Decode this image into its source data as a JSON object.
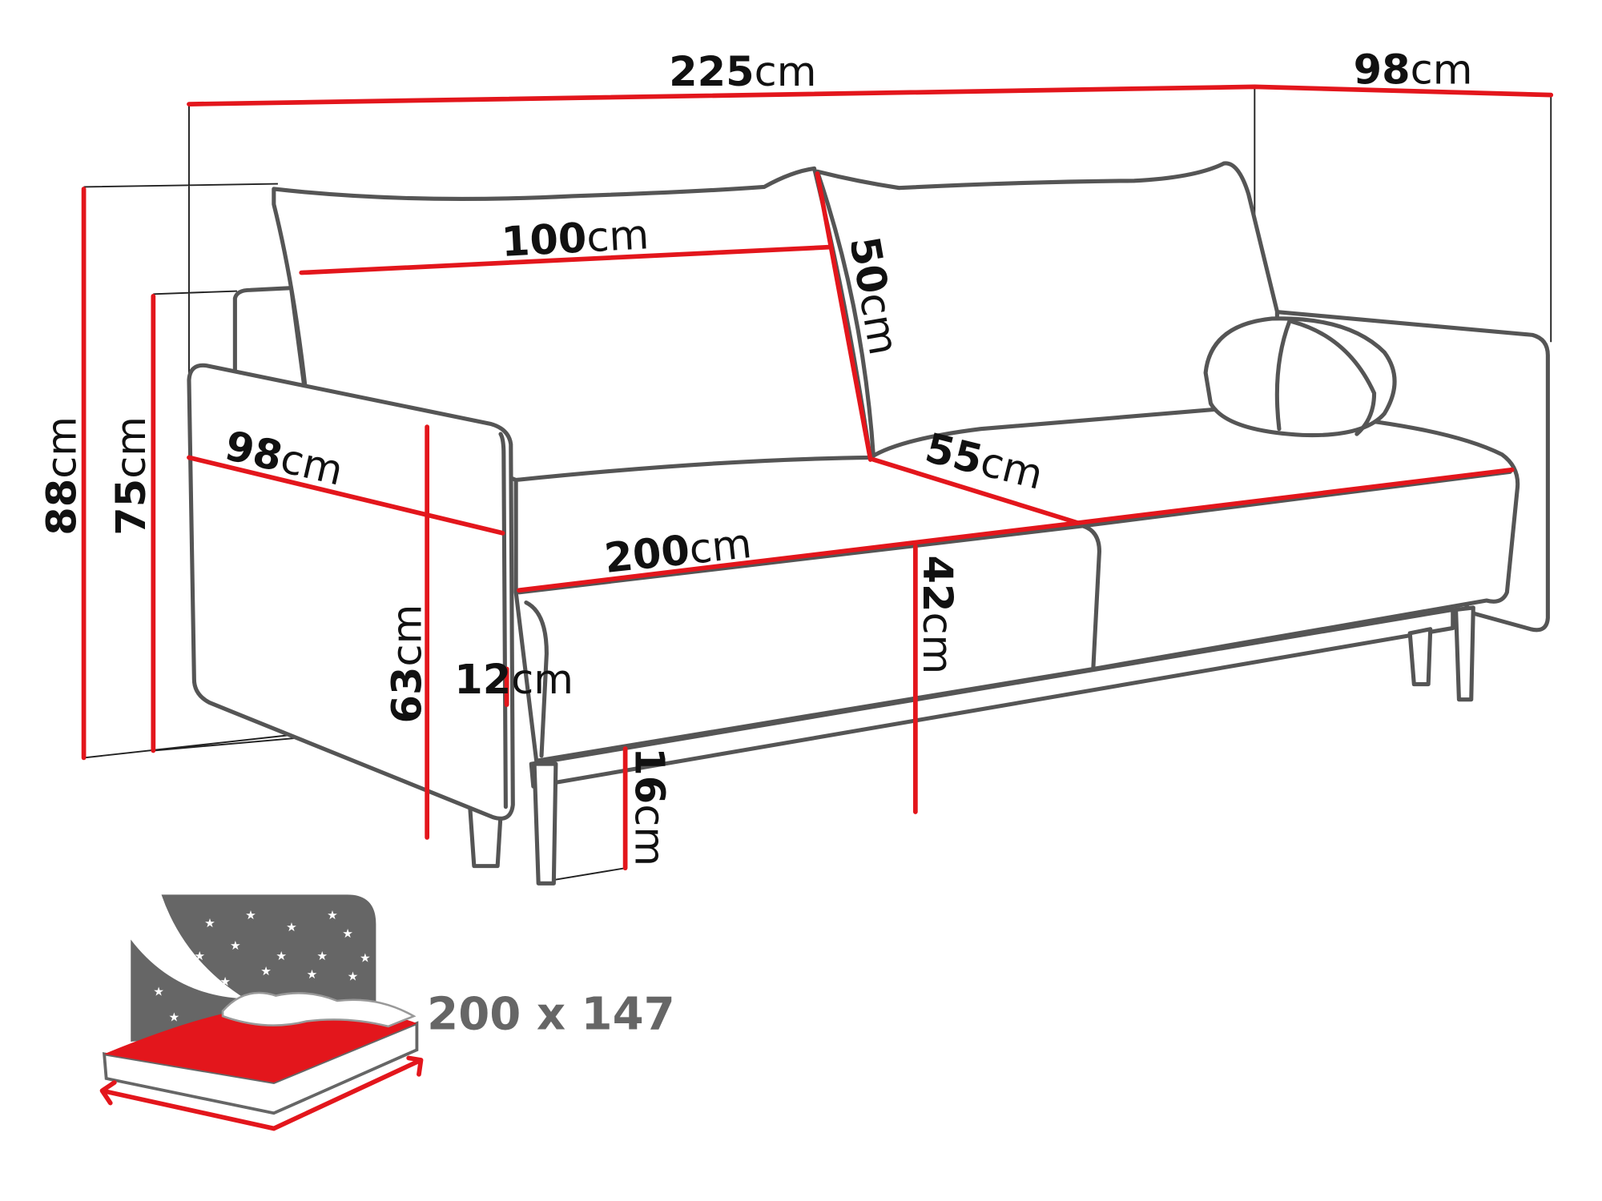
{
  "dimensions": {
    "total_width": {
      "value": "225",
      "unit": "cm"
    },
    "depth_top": {
      "value": "98",
      "unit": "cm"
    },
    "cushion_width": {
      "value": "100",
      "unit": "cm"
    },
    "cushion_height": {
      "value": "50",
      "unit": "cm"
    },
    "total_height": {
      "value": "88",
      "unit": "cm"
    },
    "back_height": {
      "value": "75",
      "unit": "cm"
    },
    "depth_side": {
      "value": "98",
      "unit": "cm"
    },
    "seat_depth": {
      "value": "55",
      "unit": "cm"
    },
    "seat_width": {
      "value": "200",
      "unit": "cm"
    },
    "seat_height": {
      "value": "42",
      "unit": "cm"
    },
    "armrest_height": {
      "value": "63",
      "unit": "cm"
    },
    "armrest_width": {
      "value": "12",
      "unit": "cm"
    },
    "leg_height": {
      "value": "16",
      "unit": "cm"
    }
  },
  "sleeping_area": {
    "label": "200 x 147"
  },
  "colors": {
    "accent": "#e3161c",
    "outline": "#555555",
    "icon_gray": "#666666"
  }
}
